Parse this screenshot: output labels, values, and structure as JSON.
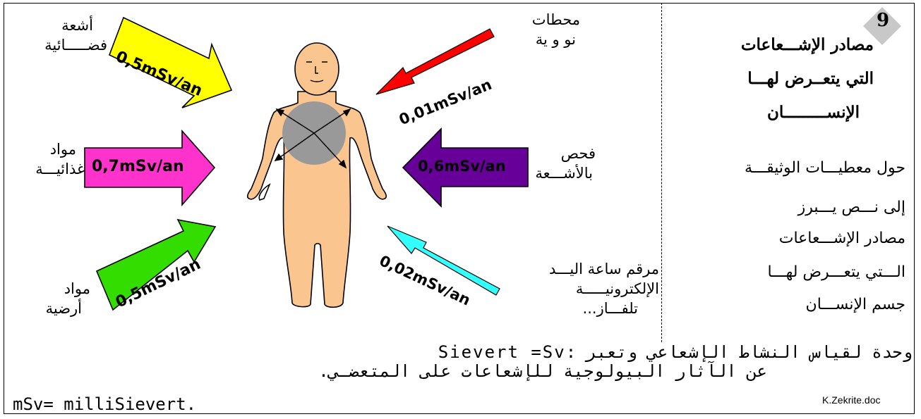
{
  "badge_number": "9",
  "title_lines": [
    "مصادر الإشـــعاعات",
    "التي يتعــرض لهـــا",
    "الإنســـــــــان"
  ],
  "instruction_lines": [
    "حول معطيـــات الوثيقـــة",
    "إلى نـــص يـــبرز",
    "مصادر الإشـــعاعات",
    "الـــتي يتعـــرض لهـــا",
    "جسم الإنســـان"
  ],
  "sources": {
    "cosmic": {
      "label_1": "أشعة",
      "label_2": "فضـــــائية",
      "dose": "0,5mSv/an",
      "color": "#ffff00"
    },
    "nuclear": {
      "label_1": "محطات",
      "label_2": "نو و ية",
      "dose": "0,01mSv/an",
      "color": "#ff0000"
    },
    "food": {
      "label_1": "مواد",
      "label_2": "غذائيـــة",
      "dose": "0,7mSv/an",
      "color": "#ff33cc"
    },
    "xray": {
      "label_1": "فحص",
      "label_2": "بالأشـــعة",
      "dose": "0,6mSv/an",
      "color": "#660099"
    },
    "terrestrial": {
      "label_1": "مواد",
      "label_2": "أرضية",
      "dose": "0,5mSv/an",
      "color": "#33dd00"
    },
    "devices": {
      "label_1": "مرقم ساعة اليـــد",
      "label_2": "الإلكترونيـــــة",
      "label_3": "تلفـــاز...",
      "dose": "0,02mSv/an",
      "color": "#33ffff"
    }
  },
  "footer": {
    "line_1": "وحدة لقياس النشاط الإشعاعي وتعبر :Sievert =Sv",
    "line_2": "عن الآثار البيولوجية للإشعاعات على المتعضـي.",
    "line_3": "mSv= milliSievert.",
    "credit": "K.Zekrite.doc"
  }
}
